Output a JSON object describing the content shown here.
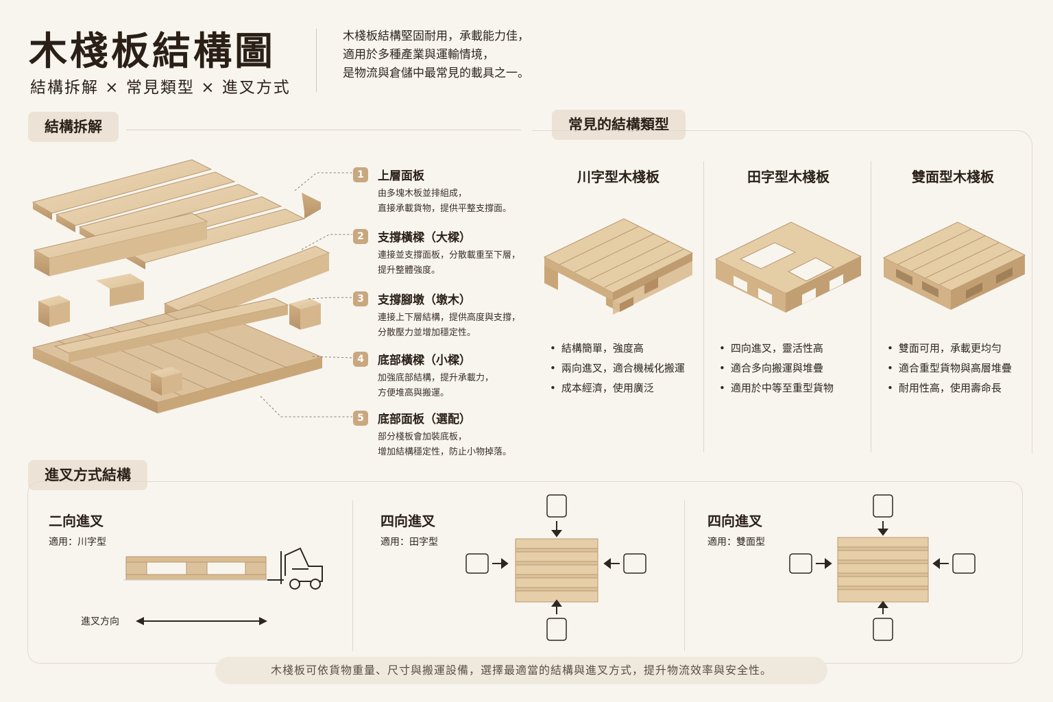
{
  "header": {
    "title": "木棧板結構圖",
    "subtitle": "結構拆解 × 常見類型 × 進叉方式",
    "intro": [
      "木棧板結構堅固耐用，承載能力佳，",
      "適用於多種產業與運輸情境，",
      "是物流與倉儲中最常見的載具之一。"
    ]
  },
  "sections": {
    "structure": "結構拆解",
    "types": "常見的結構類型",
    "fork": "進叉方式結構"
  },
  "steps": [
    {
      "num": "1",
      "title": "上層面板",
      "desc": [
        "由多塊木板並排組成，",
        "直接承載貨物，提供平整支撐面。"
      ]
    },
    {
      "num": "2",
      "title": "支撐橫樑（大樑）",
      "desc": [
        "連接並支撐面板，分散載重至下層，",
        "提升整體強度。"
      ]
    },
    {
      "num": "3",
      "title": "支撐腳墩（墩木）",
      "desc": [
        "連接上下層結構，提供高度與支撐，",
        "分散壓力並增加穩定性。"
      ]
    },
    {
      "num": "4",
      "title": "底部橫樑（小樑）",
      "desc": [
        "加強底部結構，提升承載力，",
        "方便堆高與搬運。"
      ]
    },
    {
      "num": "5",
      "title": "底部面板（選配）",
      "desc": [
        "部分棧板會加裝底板，",
        "增加結構穩定性，防止小物掉落。"
      ]
    }
  ],
  "types": [
    {
      "name": "川字型木棧板",
      "points": [
        "結構簡單，強度高",
        "兩向進叉，適合機械化搬運",
        "成本經濟，使用廣泛"
      ]
    },
    {
      "name": "田字型木棧板",
      "points": [
        "四向進叉，靈活性高",
        "適合多向搬運與堆疊",
        "適用於中等至重型貨物"
      ]
    },
    {
      "name": "雙面型木棧板",
      "points": [
        "雙面可用，承載更均勻",
        "適合重型貨物與高層堆疊",
        "耐用性高，使用壽命長"
      ]
    }
  ],
  "fork": [
    {
      "name": "二向進叉",
      "applies": "適用：川字型",
      "direction_label": "進叉方向"
    },
    {
      "name": "四向進叉",
      "applies": "適用：田字型"
    },
    {
      "name": "四向進叉",
      "applies": "適用：雙面型"
    }
  ],
  "footer": "木棧板可依貨物重量、尺寸與搬運設備，選擇最適當的結構與進叉方式，提升物流效率與安全性。",
  "colors": {
    "wood_light": "#e6cfa8",
    "wood_mid": "#d4b58a",
    "wood_dark": "#b8936a",
    "accent": "#c9a77f",
    "tag_bg": "#ece3d6"
  }
}
